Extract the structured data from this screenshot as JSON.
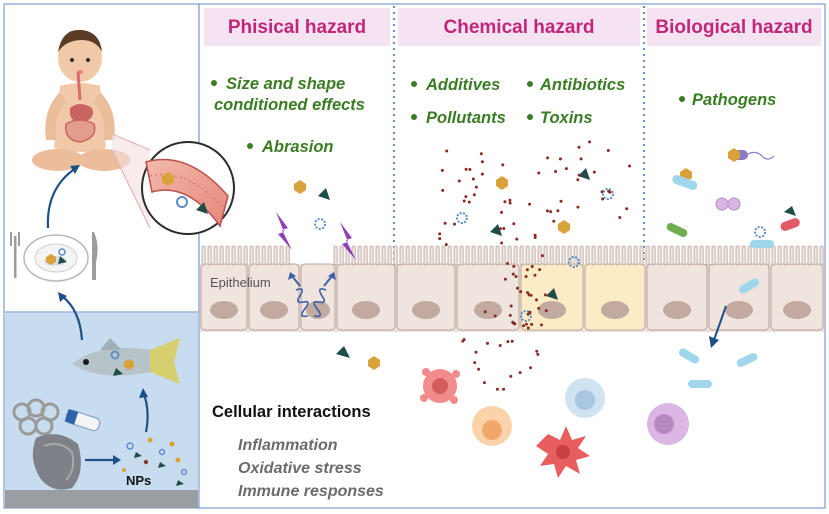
{
  "headers": {
    "physical": "Phisical hazard",
    "chemical": "Chemical hazard",
    "biological": "Biological hazard"
  },
  "physical_bullets": {
    "size_line1": "Size and shape",
    "size_line2": "conditioned effects",
    "abrasion": "Abrasion"
  },
  "chemical_bullets": {
    "additives": "Additives",
    "antibiotics": "Antibiotics",
    "pollutants": "Pollutants",
    "toxins": "Toxins"
  },
  "biological_bullets": {
    "pathogens": "Pathogens"
  },
  "epithelium_label": "Epithelium",
  "nps_label": "NPs",
  "cellular": {
    "title": "Cellular interactions",
    "items": [
      "Inflammation",
      "Oxidative stress",
      "Immune responses"
    ]
  },
  "colors": {
    "header_bg": "#f6e3f1",
    "header_text": "#c0267a",
    "bullet_text": "#3a7d25",
    "divider": "#6a8fc7",
    "water": "#c8dcef",
    "epithelium_cell": "#efe4de",
    "highlight_cell": "#fbecc6"
  }
}
